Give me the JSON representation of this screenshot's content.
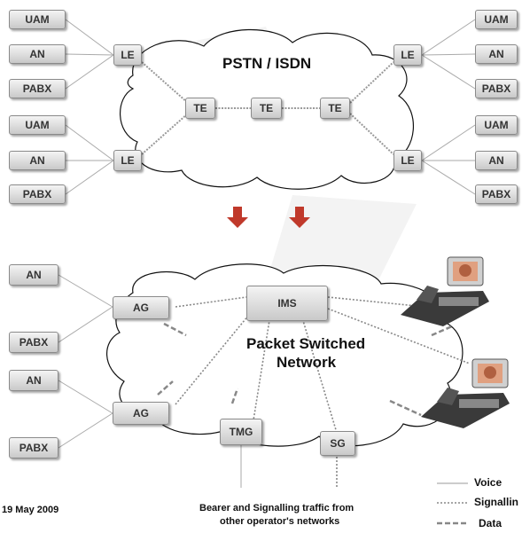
{
  "top_network": {
    "title": "PSTN / ISDN",
    "left_group_1": [
      "UAM",
      "AN",
      "PABX"
    ],
    "left_group_2": [
      "UAM",
      "AN",
      "PABX"
    ],
    "right_group_1": [
      "UAM",
      "AN",
      "PABX"
    ],
    "right_group_2": [
      "UAM",
      "AN",
      "PABX"
    ],
    "local_exchange": "LE",
    "transit_exchange": "TE"
  },
  "bottom_network": {
    "title_line1": "Packet Switched",
    "title_line2": "Network",
    "left_nodes": [
      "AN",
      "PABX",
      "AN",
      "PABX"
    ],
    "access_gateway": "AG",
    "ims": "IMS",
    "tmg": "TMG",
    "sg": "SG"
  },
  "footer": {
    "date": "19 May  2009",
    "caption_line1": "Bearer and Signalling traffic from",
    "caption_line2": "other operator's networks"
  },
  "legend": {
    "voice": "Voice",
    "signalling": "Signallin",
    "data": "Data"
  },
  "colors": {
    "arrow": "#c0392b",
    "box_border": "#8a8a8a",
    "line": "#b0b0b0"
  }
}
